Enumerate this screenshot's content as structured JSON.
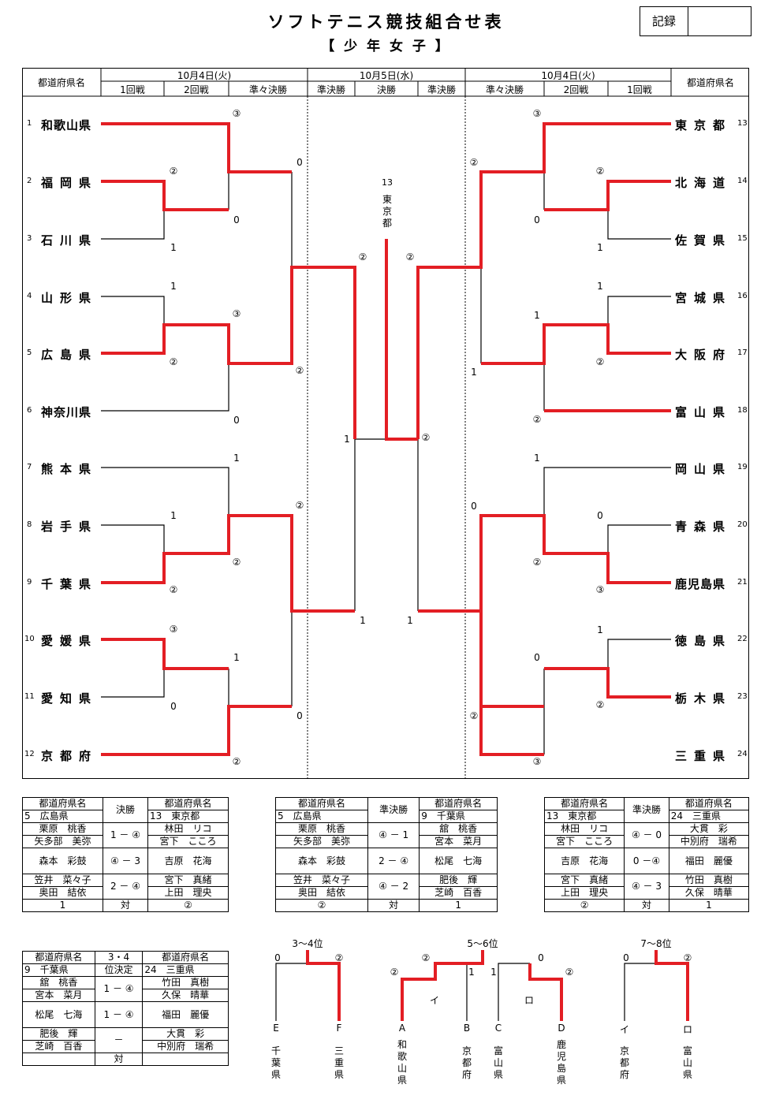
{
  "header": {
    "title": "ソフトテニス競技組合せ表",
    "subtitle": "【 少 年 女 子 】",
    "record_label": "記録"
  },
  "bracket_head": {
    "pref_left": "都道府県名",
    "pref_right": "都道府県名",
    "date_left": "10月4日(火)",
    "date_center": "10月5日(水)",
    "date_right": "10月4日(火)",
    "r1": "1回戦",
    "r2": "2回戦",
    "qf": "準々決勝",
    "sf": "準決勝",
    "final": "決勝"
  },
  "left_teams": [
    {
      "no": "1",
      "name": "和歌山県"
    },
    {
      "no": "2",
      "name": "福岡県"
    },
    {
      "no": "3",
      "name": "石川県"
    },
    {
      "no": "4",
      "name": "山形県"
    },
    {
      "no": "5",
      "name": "広島県"
    },
    {
      "no": "6",
      "name": "神奈川県"
    },
    {
      "no": "7",
      "name": "熊本県"
    },
    {
      "no": "8",
      "name": "岩手県"
    },
    {
      "no": "9",
      "name": "千葉県"
    },
    {
      "no": "10",
      "name": "愛媛県"
    },
    {
      "no": "11",
      "name": "愛知県"
    },
    {
      "no": "12",
      "name": "京都府"
    }
  ],
  "right_teams": [
    {
      "no": "13",
      "name": "東京都"
    },
    {
      "no": "14",
      "name": "北海道"
    },
    {
      "no": "15",
      "name": "佐賀県"
    },
    {
      "no": "16",
      "name": "宮城県"
    },
    {
      "no": "17",
      "name": "大阪府"
    },
    {
      "no": "18",
      "name": "富山県"
    },
    {
      "no": "19",
      "name": "岡山県"
    },
    {
      "no": "20",
      "name": "青森県"
    },
    {
      "no": "21",
      "name": "鹿児島県"
    },
    {
      "no": "22",
      "name": "徳島県"
    },
    {
      "no": "23",
      "name": "栃木県"
    },
    {
      "no": "24",
      "name": "三重県"
    }
  ],
  "scores": {
    "s1": "③",
    "s2": "0",
    "s3": "②",
    "s4": "0",
    "s5": "1",
    "s6": "②",
    "s7": "1",
    "s8": "③",
    "s9": "②",
    "s10": "②",
    "s11": "0",
    "s12": "1",
    "s13": "②",
    "s14": "1",
    "s15": "②",
    "s16": "②",
    "s17": "③",
    "s18": "1",
    "s19": "0",
    "s20": "②",
    "s21": "0",
    "s22": "②",
    "s23": "②",
    "s24": "1",
    "s25": "1",
    "s26": "②",
    "s27": "1",
    "s28": "1",
    "s29": "③",
    "s30": "②",
    "s31": "0",
    "s32": "1",
    "s33": "②",
    "s34": "1",
    "s35": "②",
    "s36": "1",
    "s37": "1",
    "s38": "②",
    "s39": "②",
    "s40": "1",
    "s41": "0",
    "s42": "②",
    "s43": "③",
    "s44": "0",
    "s45": "1",
    "s46": "0",
    "s47": "②",
    "s48": "②",
    "s49": "③",
    "s50": "②"
  },
  "champion": {
    "no": "13",
    "name": "東京都"
  },
  "final_table": {
    "h1": "都道府県名",
    "h2": "決勝",
    "h3": "都道府県名",
    "lteam": "5　広島県",
    "rteam": "13　東京都",
    "rows": [
      [
        "栗原　桃香",
        "1 － ④",
        "林田　リコ"
      ],
      [
        "矢多部　美弥",
        "",
        "宮下　こころ"
      ],
      [
        "森本　彩鼓",
        "④ － 3",
        "吉原　花海"
      ],
      [
        "笠井　菜々子",
        "2 － ④",
        "宮下　真緒"
      ],
      [
        "奥田　結依",
        "",
        "上田　理央"
      ]
    ],
    "foot": [
      "1",
      "対",
      "②"
    ]
  },
  "sf1_table": {
    "h1": "都道府県名",
    "h2": "準決勝",
    "h3": "都道府県名",
    "lteam": "5　広島県",
    "rteam": "9　千葉県",
    "rows": [
      [
        "栗原　桃香",
        "④ － 1",
        "舘　桃香"
      ],
      [
        "矢多部　美弥",
        "",
        "宮本　菜月"
      ],
      [
        "森本　彩鼓",
        "2 － ④",
        "松尾　七海"
      ],
      [
        "笠井　菜々子",
        "④ － 2",
        "肥後　輝"
      ],
      [
        "奥田　結依",
        "",
        "芝崎　百香"
      ]
    ],
    "foot": [
      "②",
      "対",
      "1"
    ]
  },
  "sf2_table": {
    "h1": "都道府県名",
    "h2": "準決勝",
    "h3": "都道府県名",
    "lteam": "13　東京都",
    "rteam": "24　三重県",
    "rows": [
      [
        "林田　リコ",
        "④ － 0",
        "大貫　彩"
      ],
      [
        "宮下　こころ",
        "",
        "中別府　瑞希"
      ],
      [
        "吉原　花海",
        "0 －④",
        "福田　麗優"
      ],
      [
        "宮下　真緒",
        "④ － 3",
        "竹田　真樹"
      ],
      [
        "上田　理央",
        "",
        "久保　晴華"
      ]
    ],
    "foot": [
      "②",
      "対",
      "1"
    ]
  },
  "third_table": {
    "h1": "都道府県名",
    "h2": "3・4",
    "h2b": "位決定",
    "h3": "都道府県名",
    "lteam": "9　千葉県",
    "rteam": "24　三重県",
    "rows": [
      [
        "舘　桃香",
        "1 － ④",
        "竹田　真樹"
      ],
      [
        "宮本　菜月",
        "",
        "久保　晴華"
      ],
      [
        "松尾　七海",
        "1 － ④",
        "福田　麗優"
      ],
      [
        "肥後　輝",
        "－",
        "大貫　彩"
      ],
      [
        "芝崎　百香",
        "",
        "中別府　瑞希"
      ]
    ],
    "foot": [
      "",
      "対",
      ""
    ]
  },
  "placement": {
    "p34": "3～4位",
    "p56": "5～6位",
    "p78": "7～8位",
    "scores": {
      "a1": "0",
      "a2": "②",
      "b1": "②",
      "b2": "②",
      "b3": "1",
      "b4": "1",
      "b5": "0",
      "b6": "②",
      "c1": "0",
      "c2": "②"
    },
    "sub_i": "イ",
    "sub_ro": "ロ",
    "letters": [
      "E",
      "F",
      "A",
      "B",
      "C",
      "D",
      "イ",
      "ロ"
    ],
    "names": [
      "千葉県",
      "三重県",
      "和歌山県",
      "京都府",
      "富山県",
      "鹿児島県",
      "京都府",
      "富山県"
    ]
  },
  "colors": {
    "win": "#e31e24",
    "line": "#000000"
  }
}
